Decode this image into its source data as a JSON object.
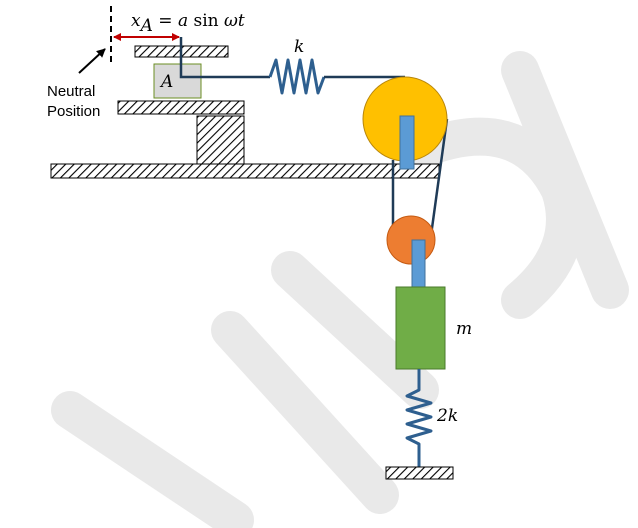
{
  "labels": {
    "neutral_line1": "Neutral",
    "neutral_line2": "Position",
    "block_label": "A",
    "spring_top_label": "k",
    "mass_label": "m",
    "spring_bottom_label": "2k",
    "displacement": {
      "var": "x",
      "sub": "A",
      "eq": " = ",
      "amp": "a",
      "fn": " sin ",
      "omega": "ωt"
    }
  },
  "colors": {
    "ground_hatch": "#000000",
    "block_fill": "#d9d9d9",
    "block_stroke": "#6b8e23",
    "spring": "#2e5f8f",
    "rope": "#1f3b57",
    "top_pulley": "#ffc000",
    "top_pulley_stroke": "#b8860b",
    "bottom_pulley": "#ed7d31",
    "axle": "#5b9bd5",
    "mass_fill": "#70ad47",
    "mass_stroke": "#4a7a2b",
    "displacement_arrow": "#c00000",
    "watermark": "#e8e8e8"
  }
}
